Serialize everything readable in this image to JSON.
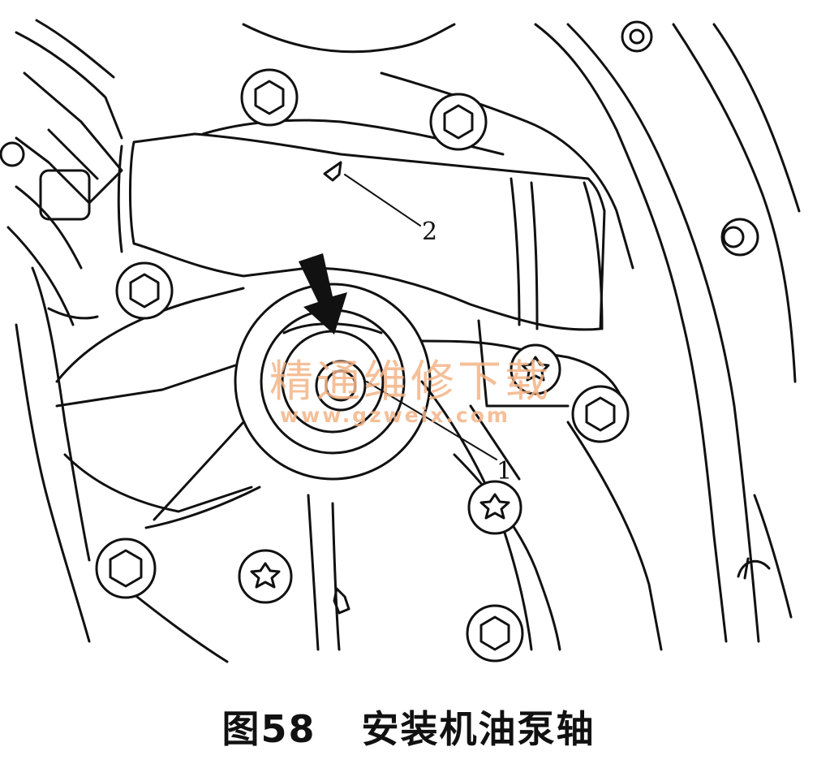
{
  "figure": {
    "caption_number": "图58",
    "caption_title": "安装机油泵轴",
    "callouts": [
      {
        "id": "1",
        "label": "1"
      },
      {
        "id": "2",
        "label": "2"
      }
    ],
    "watermark": {
      "text": "精通维修下载",
      "url": "www.gzweix.com",
      "color": "#f4b487"
    },
    "arrow_color": "#111111"
  }
}
